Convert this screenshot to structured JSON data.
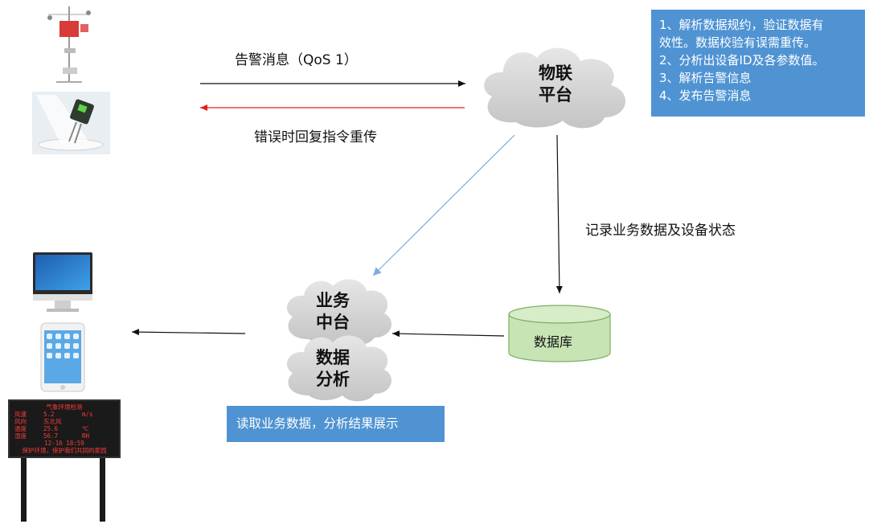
{
  "arrows": {
    "alarm_message": "告警消息（QoS 1）",
    "retransmit": "错误时回复指令重传",
    "record": "记录业务数据及设备状态"
  },
  "clouds": {
    "iot_platform": [
      "物联",
      "平台"
    ],
    "business_center": [
      "业务",
      "中台"
    ],
    "data_analysis": [
      "数据",
      "分析"
    ]
  },
  "database": "数据库",
  "steps_box": {
    "lines": [
      "1、解析数据规约，验证数据有",
      "效性。数据校验有误需重传。",
      "2、分析出设备ID及各参数值。",
      "3、解析告警信息",
      "4、发布告警消息"
    ]
  },
  "read_box": "读取业务数据，分析结果展示",
  "led_board": {
    "title": "气象环境检测",
    "rows": [
      {
        "name": "风速",
        "value": "5.2",
        "unit": "m/s"
      },
      {
        "name": "风向",
        "value": "东北风",
        "unit": ""
      },
      {
        "name": "温度",
        "value": "25.6",
        "unit": "℃"
      },
      {
        "name": "湿度",
        "value": "56.7",
        "unit": "RH"
      }
    ],
    "time": "12-16 18:59",
    "footer": "保护环境，保护我们共同的家园"
  },
  "colors": {
    "box_blue": "#4f93d3",
    "red_arrow": "#e02020",
    "blue_arrow": "#7aaee0",
    "db_green": "#c7e4b4",
    "cloud_gray": "#d4d4d4"
  }
}
